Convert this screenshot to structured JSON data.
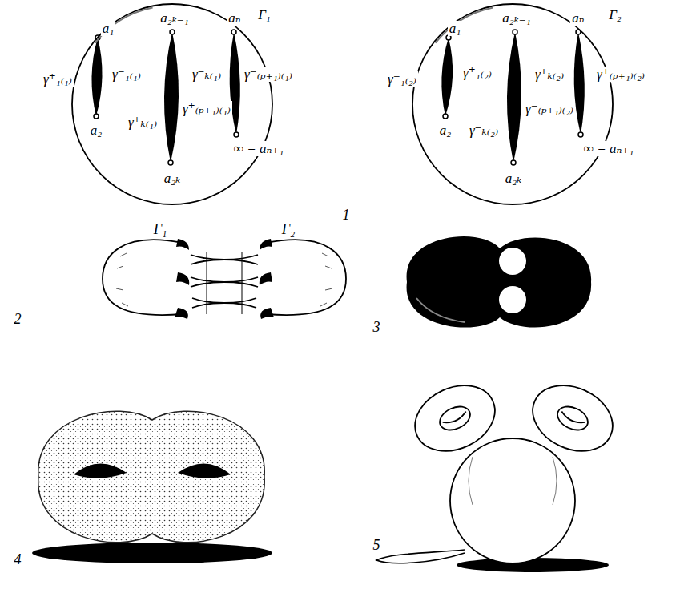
{
  "diagram": {
    "nodes": [
      {
        "text": [
          "Γ₁",
          "a₁",
          "γ⁺₁₍₁₎",
          "γ⁻₁₍₁₎",
          "a₂",
          "a₂ₖ₋₁",
          "γ⁺ₖ₍₁₎",
          "γ⁻ₖ₍₁₎",
          "a₂ₖ",
          "aₙ",
          "γ⁺₍ₚ₊₁₎₍₁₎",
          "γ⁻₍ₚ₊₁₎₍₁₎",
          "∞ = aₙ₊₁"
        ]
      },
      {
        "text": [
          "Γ₂",
          "a₁",
          "γ⁻₁₍₂₎",
          "γ⁺₁₍₂₎",
          "a₂",
          "a₂ₖ₋₁",
          "γ⁻ₖ₍₂₎",
          "γ⁺ₖ₍₂₎",
          "a₂ₖ",
          "aₙ",
          "γ⁻₍ₚ₊₁₎₍₂₎",
          "γ⁺₍ₚ₊₁₎₍₂₎",
          "∞ = aₙ₊₁"
        ]
      }
    ],
    "labels": [
      "1",
      "Γ₁",
      "Γ₂",
      "2",
      "3",
      "4",
      "5"
    ]
  }
}
